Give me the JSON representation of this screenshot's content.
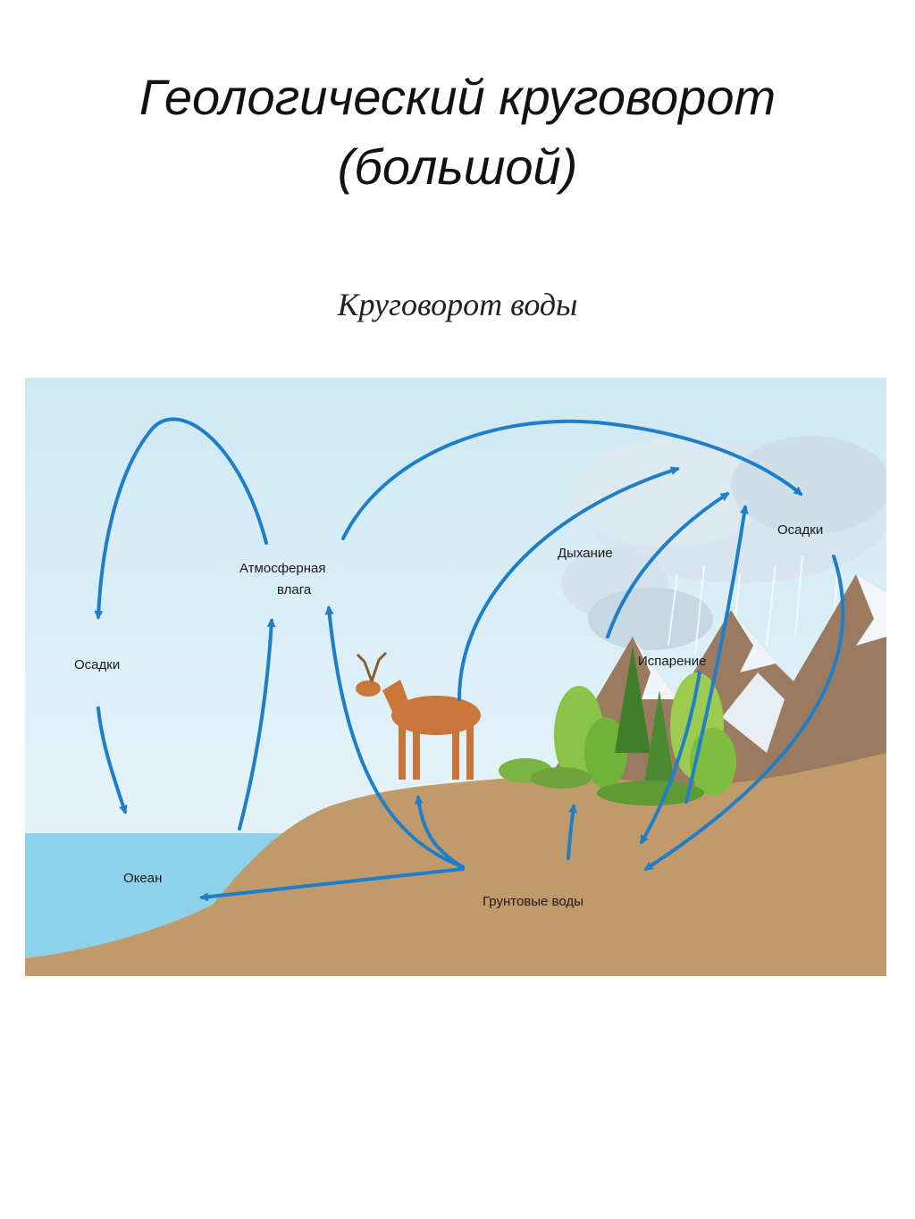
{
  "slide": {
    "title_line1": "Геологический круговорот",
    "title_line2": "(большой)",
    "subtitle": "Круговорот воды"
  },
  "diagram": {
    "labels": {
      "precip_left": "Осадки",
      "atmo_line1": "Атмосферная",
      "atmo_line2": "влага",
      "ocean": "Океан",
      "groundwater": "Грунтовые воды",
      "breathing": "Дыхание",
      "evaporation": "Испарение",
      "precip_right": "Осадки"
    },
    "colors": {
      "sky": "#d9eef6",
      "ocean": "#8ed1ea",
      "soil": "#c19a6b",
      "arrow": "#1e7fc8",
      "cloud": "#cfe0ea",
      "mountain": "#9a7b62",
      "tree": "#6fb33a",
      "deer": "#c8763a"
    }
  }
}
